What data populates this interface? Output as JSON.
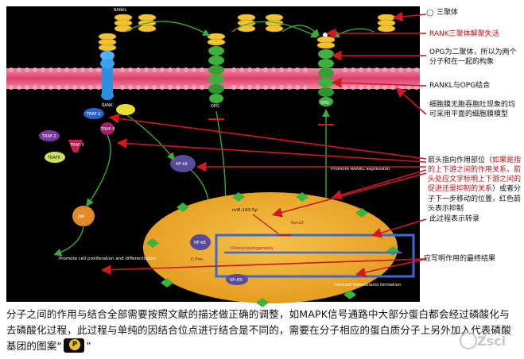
{
  "colors": {
    "panel_bg": "#000000",
    "membrane_pink": "#e0507a",
    "nucleus_fill": "#e8a52b",
    "arrow_red": "#d01820",
    "arrow_green": "#3caa3c",
    "opg_green": "#3db03d",
    "rank_blue": "#2a8fe0",
    "rankl_yellow": "#f2c230",
    "annotation_text": "#111111"
  },
  "diagram": {
    "rankl_label": "RANKL",
    "rank_label": "RANK",
    "opg_label": "OPG",
    "traf2": "TRAF-2",
    "traf5": "TRAF-5",
    "traf6": "TRAF6",
    "traf3": "TRAF-3",
    "nfkb": "NF-kB",
    "jnk": "JNK",
    "promote_rankl": "Promote RANKL expression",
    "mir": "miR-143-5p",
    "nfkb_nucleus": "NF-kB",
    "cfos": "C-Fos",
    "osteoclastogenesis": "Osteoclastogenesis",
    "nfatc": "NF-ATc",
    "promote_prolif": "Promote cell proliferation and differentiation",
    "induced_osteoblasts": "Induced Osteoblasts formation",
    "runx2": "Runx2"
  },
  "annotations": {
    "trimer": "三聚体",
    "rank_trimer": "RANK三聚体解聚失活",
    "opg_dimer": "OPG为二聚体，所以为两个分子和在一起的构象",
    "rankl_opg": "RANKL与OPG结合",
    "membrane_model": "细胞膜无胞吞胞吐现象的均可采用平面的细胞膜模型",
    "arrow_note_a": "箭头指向作用部位（",
    "arrow_note_b": "如果是指的上下游之间的作用关系，箭头处应文字标明上下游之间的促进还是抑制的关系",
    "arrow_note_c": "）或者分子下一步移动的位置，红色箭头表示抑制",
    "transcription": "此过程表示转录",
    "final_result": "应写明作用的最终结果"
  },
  "caption": {
    "text_a": "分子之间的作用与结合全部需要按照文献的描述做正确的调整，如MAPK信号通路中大部分蛋白都会经过磷酸化与去磷酸化过程，此过程与单纯的因结合位点进行结合是不同的，需要在分子相应的蛋白质分子上另外加入代表磷酸基团的图案“",
    "text_b": "”"
  },
  "watermark": "Zsci"
}
